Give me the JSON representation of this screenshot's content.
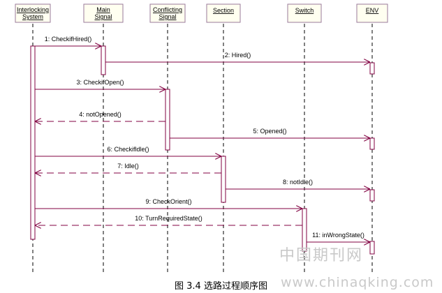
{
  "lifelines": [
    {
      "label": "Interlocking System"
    },
    {
      "label": "Main Signal"
    },
    {
      "label": "Conflicting Signal"
    },
    {
      "label": "Section"
    },
    {
      "label": "Switch"
    },
    {
      "label": "ENV"
    }
  ],
  "messages": [
    {
      "label": "1: CheckifHired()",
      "from": 0,
      "to": 1,
      "kind": "sync"
    },
    {
      "label": "2: Hired()",
      "from": 1,
      "to": 5,
      "kind": "sync"
    },
    {
      "label": "3: CheckifOpen()",
      "from": 0,
      "to": 2,
      "kind": "sync"
    },
    {
      "label": "4: notOpened()",
      "from": 2,
      "to": 0,
      "kind": "return"
    },
    {
      "label": "5: Opened()",
      "from": 2,
      "to": 5,
      "kind": "sync"
    },
    {
      "label": "6: Checkifldle()",
      "from": 0,
      "to": 3,
      "kind": "sync"
    },
    {
      "label": "7: Idle()",
      "from": 3,
      "to": 0,
      "kind": "return"
    },
    {
      "label": "8: notIdle()",
      "from": 3,
      "to": 5,
      "kind": "sync"
    },
    {
      "label": "9: CheckOrient()",
      "from": 0,
      "to": 4,
      "kind": "sync"
    },
    {
      "label": "10: TurnRequiredState()",
      "from": 4,
      "to": 0,
      "kind": "return"
    },
    {
      "label": "11: inWrongState()",
      "from": 4,
      "to": 5,
      "kind": "sync"
    }
  ],
  "caption": "图 3.4  选路过程顺序图",
  "watermark": {
    "cn": "中国期刊网",
    "url": "www.chinaqking.com"
  },
  "colors": {
    "message": "#800040",
    "head_fill": "#fffff0",
    "head_border": "#9a7a9a"
  }
}
